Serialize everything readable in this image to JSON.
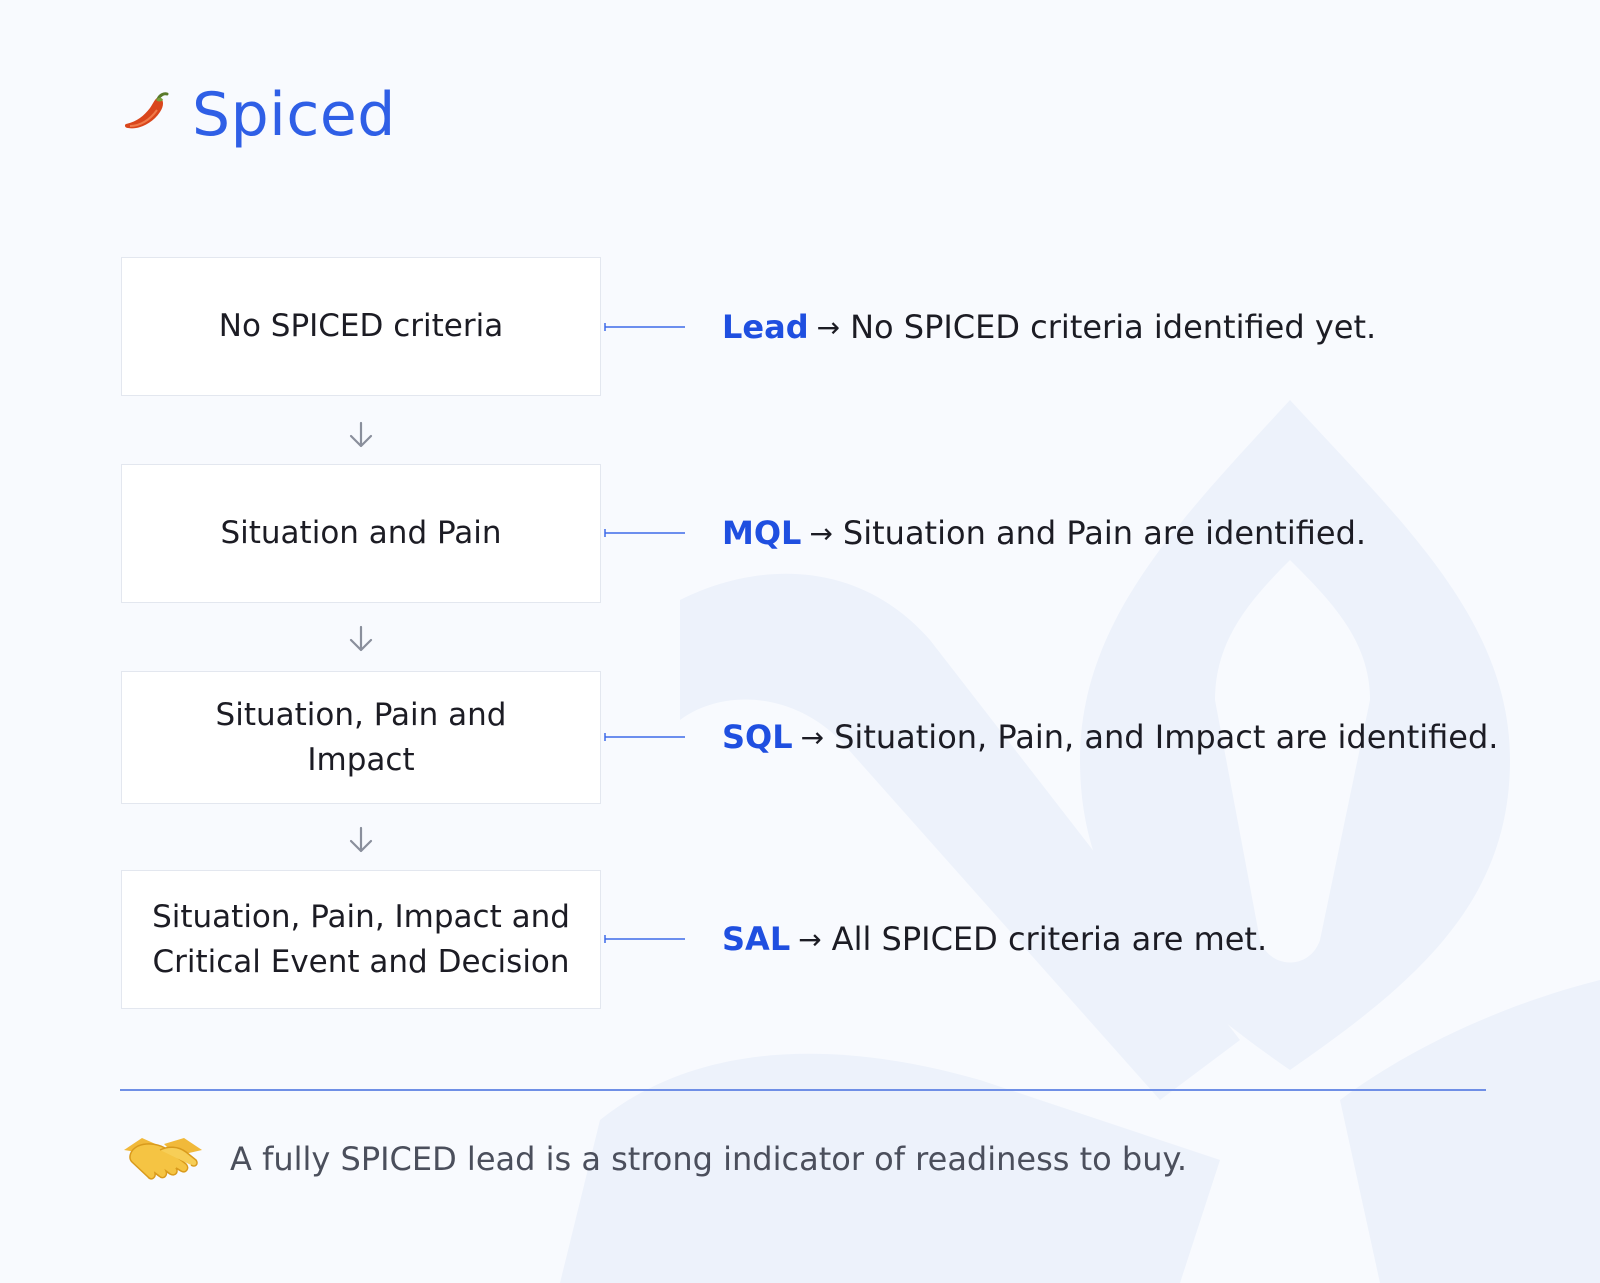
{
  "header": {
    "title": "Spiced",
    "logo_icon": "chili-pepper-icon"
  },
  "stages": [
    {
      "label": "No SPICED criteria",
      "status": "Lead",
      "description": "No SPICED criteria identified yet."
    },
    {
      "label": "Situation and Pain",
      "status": "MQL",
      "description": "Situation and Pain are identified."
    },
    {
      "label": "Situation, Pain and Impact",
      "status": "SQL",
      "description": "Situation, Pain, and Impact are identified."
    },
    {
      "label": "Situation, Pain, Impact and Critical Event and Decision",
      "status": "SAL",
      "description": "All SPICED criteria are met."
    }
  ],
  "arrow_glyph": "→",
  "footer": {
    "icon": "handshake-icon",
    "text": "A fully SPICED lead is a strong indicator of readiness to buy."
  },
  "colors": {
    "accent": "#2f5fe6",
    "status_label": "#1f4fe0",
    "divider": "#6f8fe6",
    "background": "#f8fafe"
  }
}
